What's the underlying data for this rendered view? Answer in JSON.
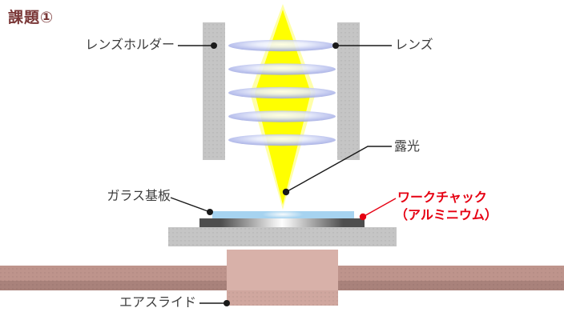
{
  "title": "課題①",
  "labels": {
    "lens_holder": "レンズホルダー",
    "lens": "レンズ",
    "exposure": "露光",
    "glass_substrate": "ガラス基板",
    "work_chuck_line1": "ワークチャック",
    "work_chuck_line2": "（アルミニウム）",
    "air_slide": "エアスライド"
  },
  "diagram": {
    "lens_count": 5,
    "parts": [
      "lens-holder",
      "lens-stack",
      "exposure-beam",
      "glass-substrate",
      "work-chuck-aluminum",
      "stage-base",
      "air-slide"
    ]
  },
  "colors": {
    "title_maroon": "#7a3737",
    "label_gray": "#3d3d3d",
    "accent_red": "#e60012",
    "beam_yellow": "#ffff00",
    "beam_halo": "#ffffa8",
    "lens_blue": "#9aa4dd",
    "holder_gray": "#c5c5c5",
    "base_gray": "#c5c5c5",
    "glass_blue": "#a6d3f0",
    "chuck_dark": "#4e4e4e",
    "rail_pink": "#be948c",
    "rail_pink_dark": "#a9827b",
    "block_pink": "#d8b1a9",
    "block_pink_dark": "#d0a79f"
  }
}
